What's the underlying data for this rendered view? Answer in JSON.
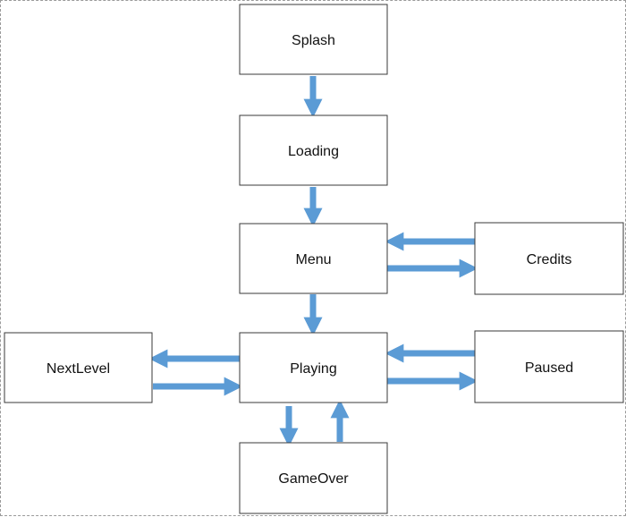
{
  "diagram": {
    "nodes": [
      {
        "id": "splash",
        "label": "Splash"
      },
      {
        "id": "loading",
        "label": "Loading"
      },
      {
        "id": "menu",
        "label": "Menu"
      },
      {
        "id": "credits",
        "label": "Credits"
      },
      {
        "id": "nextlevel",
        "label": "NextLevel"
      },
      {
        "id": "playing",
        "label": "Playing"
      },
      {
        "id": "paused",
        "label": "Paused"
      },
      {
        "id": "gameover",
        "label": "GameOver"
      }
    ],
    "edges": [
      {
        "from": "splash",
        "to": "loading"
      },
      {
        "from": "loading",
        "to": "menu"
      },
      {
        "from": "credits",
        "to": "menu"
      },
      {
        "from": "menu",
        "to": "credits"
      },
      {
        "from": "menu",
        "to": "playing"
      },
      {
        "from": "playing",
        "to": "nextlevel"
      },
      {
        "from": "nextlevel",
        "to": "playing"
      },
      {
        "from": "paused",
        "to": "playing"
      },
      {
        "from": "playing",
        "to": "paused"
      },
      {
        "from": "playing",
        "to": "gameover"
      },
      {
        "from": "gameover",
        "to": "playing"
      }
    ],
    "colors": {
      "arrow": "#5b9bd5",
      "box_border": "#3a3a3a",
      "box_fill": "#ffffff",
      "text": "#111111"
    }
  }
}
